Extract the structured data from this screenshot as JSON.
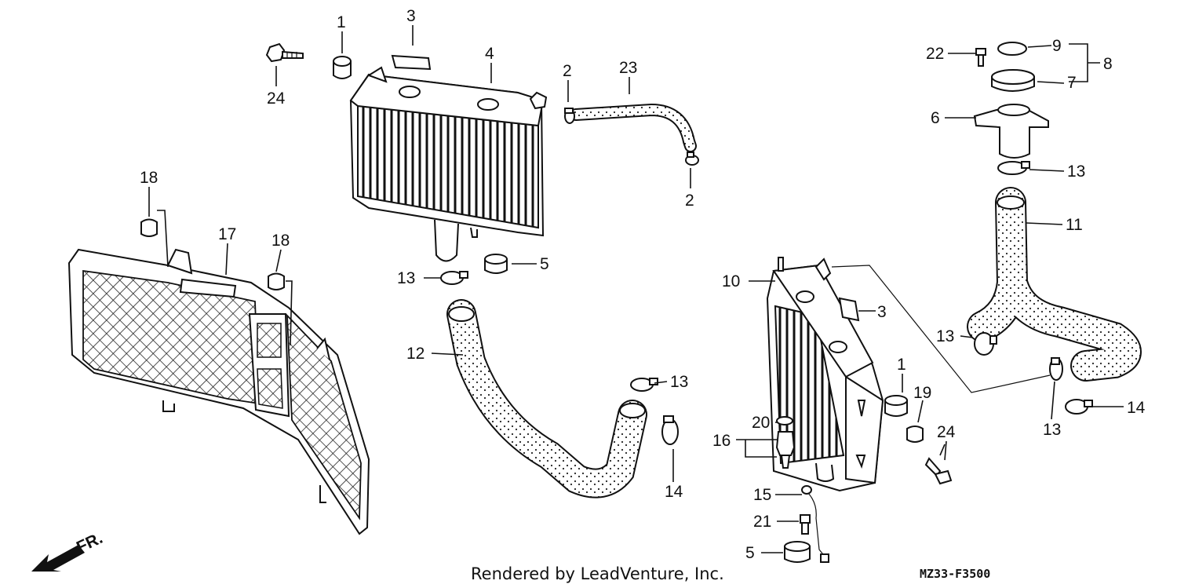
{
  "callouts": [
    {
      "id": "c1a",
      "label": "1"
    },
    {
      "id": "c3a",
      "label": "3"
    },
    {
      "id": "c4",
      "label": "4"
    },
    {
      "id": "c2a",
      "label": "2"
    },
    {
      "id": "c23",
      "label": "23"
    },
    {
      "id": "c24a",
      "label": "24"
    },
    {
      "id": "c2b",
      "label": "2"
    },
    {
      "id": "c18a",
      "label": "18"
    },
    {
      "id": "c17",
      "label": "17"
    },
    {
      "id": "c18b",
      "label": "18"
    },
    {
      "id": "c13a",
      "label": "13"
    },
    {
      "id": "c5a",
      "label": "5"
    },
    {
      "id": "c12",
      "label": "12"
    },
    {
      "id": "c13b",
      "label": "13"
    },
    {
      "id": "c14a",
      "label": "14"
    },
    {
      "id": "c22",
      "label": "22"
    },
    {
      "id": "c9",
      "label": "9"
    },
    {
      "id": "c8",
      "label": "8"
    },
    {
      "id": "c7",
      "label": "7"
    },
    {
      "id": "c6",
      "label": "6"
    },
    {
      "id": "c13c",
      "label": "13"
    },
    {
      "id": "c11",
      "label": "11"
    },
    {
      "id": "c10",
      "label": "10"
    },
    {
      "id": "c3b",
      "label": "3"
    },
    {
      "id": "c13d",
      "label": "13"
    },
    {
      "id": "c1b",
      "label": "1"
    },
    {
      "id": "c19",
      "label": "19"
    },
    {
      "id": "c13e",
      "label": "13"
    },
    {
      "id": "c14b",
      "label": "14"
    },
    {
      "id": "c20",
      "label": "20"
    },
    {
      "id": "c16",
      "label": "16"
    },
    {
      "id": "c24b",
      "label": "24"
    },
    {
      "id": "c15",
      "label": "15"
    },
    {
      "id": "c21",
      "label": "21"
    },
    {
      "id": "c5b",
      "label": "5"
    }
  ],
  "direction_label": "FR.",
  "footer_text": "Rendered by LeadVenture, Inc.",
  "diagram_code": "MZ33-F3500"
}
